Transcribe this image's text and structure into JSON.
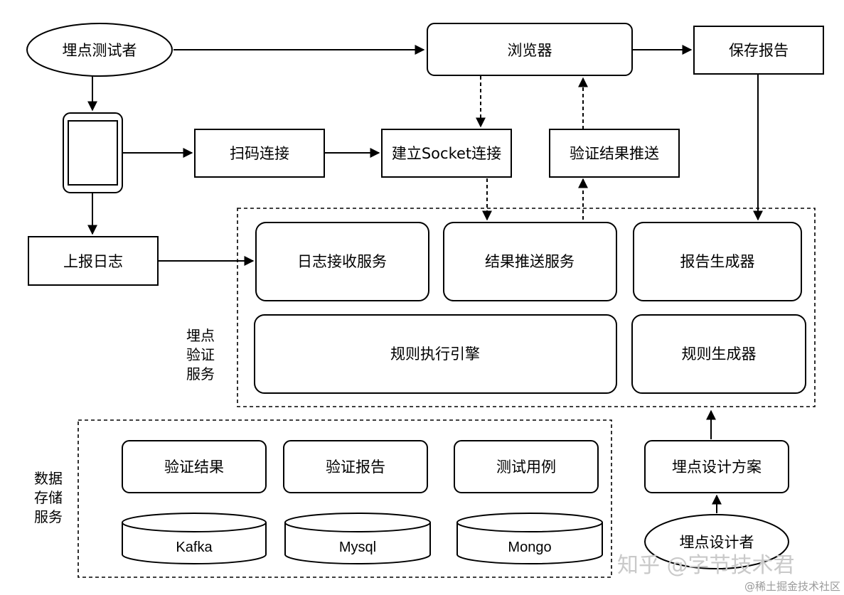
{
  "nodes": {
    "tester": "埋点测试者",
    "browser": "浏览器",
    "save_report": "保存报告",
    "scan_connect": "扫码连接",
    "socket_connect": "建立Socket连接",
    "result_push": "验证结果推送",
    "upload_log": "上报日志",
    "log_service": "日志接收服务",
    "push_service": "结果推送服务",
    "report_generator": "报告生成器",
    "rule_engine": "规则执行引擎",
    "rule_generator": "规则生成器",
    "verify_result": "验证结果",
    "verify_report": "验证报告",
    "test_case": "测试用例",
    "kafka": "Kafka",
    "mysql": "Mysql",
    "mongo": "Mongo",
    "design_plan": "埋点设计方案",
    "designer": "埋点设计者"
  },
  "groups": {
    "verify_service": [
      "埋点",
      "验证",
      "服务"
    ],
    "storage_service": [
      "数据",
      "存储",
      "服务"
    ]
  },
  "watermarks": {
    "zhihu": "知乎 @字节技术君",
    "juejin": "@稀土掘金技术社区"
  }
}
